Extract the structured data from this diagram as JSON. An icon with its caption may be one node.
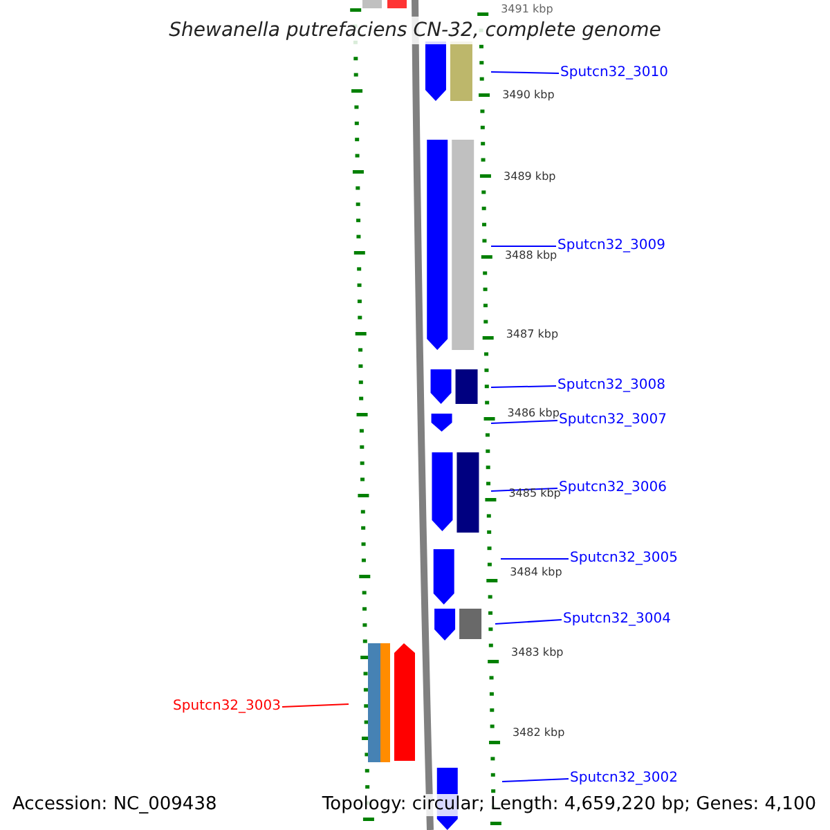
{
  "diagram": {
    "title": "Shewanella putrefaciens CN-32, complete genome",
    "nodes": [
      {
        "text": [
          "Sputcn32_3010"
        ]
      },
      {
        "text": [
          "Sputcn32_3009"
        ]
      },
      {
        "text": [
          "Sputcn32_3008"
        ]
      },
      {
        "text": [
          "Sputcn32_3007"
        ]
      },
      {
        "text": [
          "Sputcn32_3006"
        ]
      },
      {
        "text": [
          "Sputcn32_3005"
        ]
      },
      {
        "text": [
          "Sputcn32_3004"
        ]
      },
      {
        "text": [
          "Sputcn32_3003"
        ]
      },
      {
        "text": [
          "Sputcn32_3002"
        ]
      }
    ],
    "edges": [
      {
        "from": 0,
        "to": null,
        "arrow": "none"
      },
      {
        "from": 1,
        "to": null,
        "arrow": "none"
      },
      {
        "from": 2,
        "to": null,
        "arrow": "none"
      },
      {
        "from": 3,
        "to": null,
        "arrow": "none"
      },
      {
        "from": 4,
        "to": null,
        "arrow": "none"
      },
      {
        "from": 5,
        "to": null,
        "arrow": "none"
      },
      {
        "from": 6,
        "to": null,
        "arrow": "none"
      },
      {
        "from": 7,
        "to": null,
        "arrow": "none",
        "color": "#ff0000"
      },
      {
        "from": 8,
        "to": null,
        "arrow": "none"
      }
    ],
    "labels": [
      "3491 kbp",
      "3490 kbp",
      "3489 kbp",
      "3488 kbp",
      "3487 kbp",
      "3486 kbp",
      "3485 kbp",
      "3484 kbp",
      "3483 kbp",
      "3482 kbp",
      "Accession: NC_009438",
      "Topology: circular; Length: 4,659,220 bp; Genes: 4,100"
    ]
  }
}
